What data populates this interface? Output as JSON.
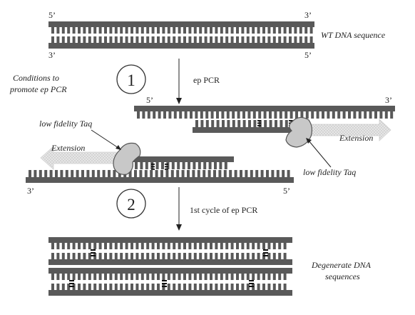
{
  "labels": {
    "wt_top_5": "5’",
    "wt_top_3": "3’",
    "wt_bot_3": "3’",
    "wt_bot_5": "5’",
    "wt_caption": "WT DNA sequence",
    "conditions_line1": "Conditions to",
    "conditions_line2": "promote ep PCR",
    "step1_number": "1",
    "step1_label": "ep PCR",
    "upper_5": "5’",
    "upper_3": "3’",
    "taq_left": "low fidelity Taq",
    "extension_right": "Extension",
    "extension_left": "Extension",
    "taq_right": "low fidelity Taq",
    "lower_3": "3’",
    "lower_5": "5’",
    "step2_number": "2",
    "step2_label": "1st cycle of ep PCR",
    "degenerate_line1": "Degenerate DNA",
    "degenerate_line2": "sequences"
  },
  "colors": {
    "strand": "#595959",
    "background": "#ffffff",
    "arrow_fill": "#dcdcdc",
    "taq_fill": "#c8c8c8",
    "text": "#222222"
  }
}
